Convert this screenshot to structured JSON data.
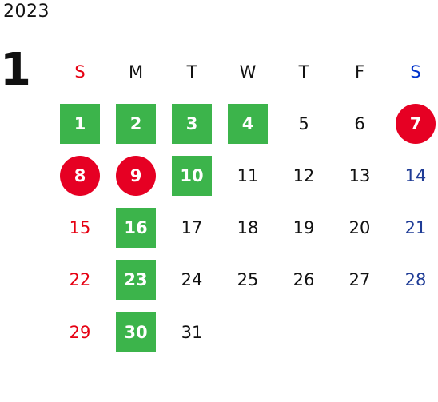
{
  "calendar": {
    "year": "2023",
    "month": "1",
    "weekday_headers": [
      "S",
      "M",
      "T",
      "W",
      "T",
      "F",
      "S"
    ],
    "colors": {
      "sunday_header": "#e60012",
      "saturday_header": "#0033cc",
      "sunday_date": "#e60012",
      "saturday_date": "#1f3c96",
      "green_highlight": "#3cb44b",
      "red_highlight": "#e60023"
    },
    "weeks": [
      [
        {
          "d": "1",
          "mark": "green"
        },
        {
          "d": "2",
          "mark": "green"
        },
        {
          "d": "3",
          "mark": "green"
        },
        {
          "d": "4",
          "mark": "green"
        },
        {
          "d": "5"
        },
        {
          "d": "6"
        },
        {
          "d": "7",
          "mark": "red"
        }
      ],
      [
        {
          "d": "8",
          "mark": "red"
        },
        {
          "d": "9",
          "mark": "red"
        },
        {
          "d": "10",
          "mark": "green"
        },
        {
          "d": "11"
        },
        {
          "d": "12"
        },
        {
          "d": "13"
        },
        {
          "d": "14"
        }
      ],
      [
        {
          "d": "15"
        },
        {
          "d": "16",
          "mark": "green"
        },
        {
          "d": "17"
        },
        {
          "d": "18"
        },
        {
          "d": "19"
        },
        {
          "d": "20"
        },
        {
          "d": "21"
        }
      ],
      [
        {
          "d": "22"
        },
        {
          "d": "23",
          "mark": "green"
        },
        {
          "d": "24"
        },
        {
          "d": "25"
        },
        {
          "d": "26"
        },
        {
          "d": "27"
        },
        {
          "d": "28"
        }
      ],
      [
        {
          "d": "29"
        },
        {
          "d": "30",
          "mark": "green"
        },
        {
          "d": "31"
        },
        {
          "d": ""
        },
        {
          "d": ""
        },
        {
          "d": ""
        },
        {
          "d": ""
        }
      ]
    ]
  }
}
